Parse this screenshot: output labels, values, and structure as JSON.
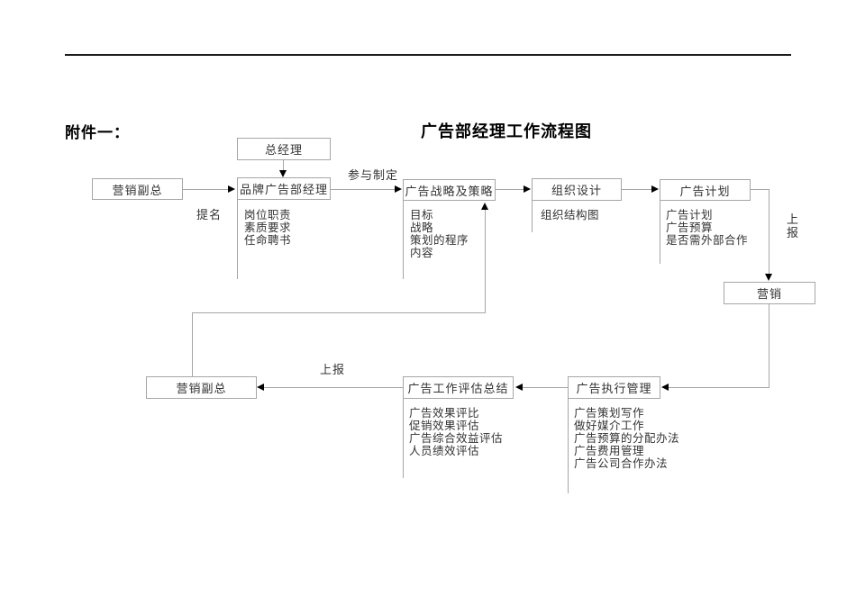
{
  "page": {
    "attachment_label": "附件一：",
    "title": "广告部经理工作流程图"
  },
  "nodes": {
    "general_manager": "总经理",
    "marketing_vp_top": "营销副总",
    "brand_ad_manager": "品牌广告部经理",
    "ad_strategy": "广告战略及策略",
    "org_design": "组织设计",
    "ad_plan": "广告计划",
    "marketing": "营销",
    "marketing_vp_bottom": "营销副总",
    "ad_evaluation": "广告工作评估总结",
    "ad_execution": "广告执行管理"
  },
  "edge_labels": {
    "nominate": "提名",
    "participate": "参与制定",
    "report_up_right": "上报",
    "report_up_bottom": "上报"
  },
  "annotations": {
    "brand_ad_manager": [
      "岗位职责",
      "素质要求",
      "任命聘书"
    ],
    "ad_strategy": [
      "目标",
      "战略",
      "策划的程序",
      "内容"
    ],
    "org_design": [
      "组织结构图"
    ],
    "ad_plan": [
      "广告计划",
      "广告预算",
      "是否需外部合作"
    ],
    "ad_evaluation": [
      "广告效果评比",
      "促销效果评估",
      "广告综合效益评估",
      "人员绩效评估"
    ],
    "ad_execution": [
      "广告策划写作",
      "做好媒介工作",
      "广告预算的分配办法",
      "广告费用管理",
      "广告公司合作办法"
    ]
  },
  "colors": {
    "box_border": "#a6a6a6",
    "connector_line": "#a6a6a6",
    "arrowhead": "#000000",
    "header_rule": "#1c1c1c",
    "text": "#333333"
  }
}
